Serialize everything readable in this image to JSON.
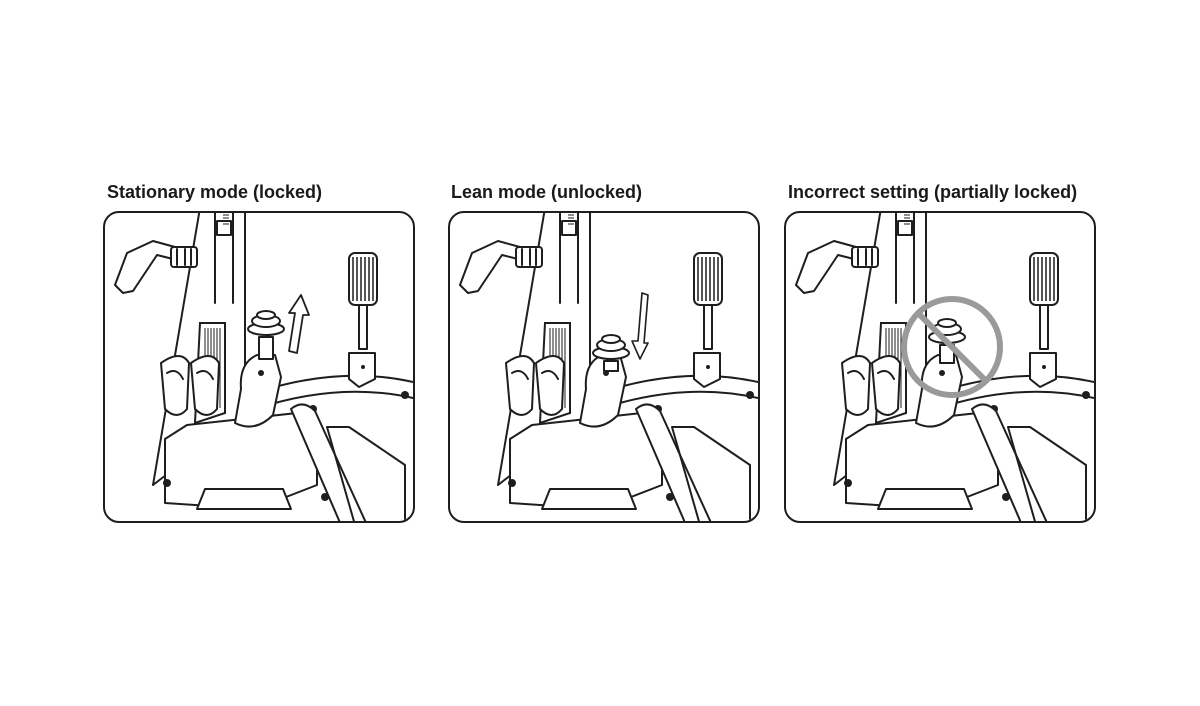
{
  "panels": [
    {
      "title": "Stationary mode (locked)",
      "pin_state": "raised",
      "arrow": "up"
    },
    {
      "title": "Lean mode (unlocked)",
      "pin_state": "lowered",
      "arrow": "down"
    },
    {
      "title": "Incorrect setting (partially locked)",
      "pin_state": "partial",
      "arrow": "none",
      "prohibited": true
    }
  ],
  "colors": {
    "line": "#1e1e1e",
    "prohibit": "#9a9a9a"
  }
}
